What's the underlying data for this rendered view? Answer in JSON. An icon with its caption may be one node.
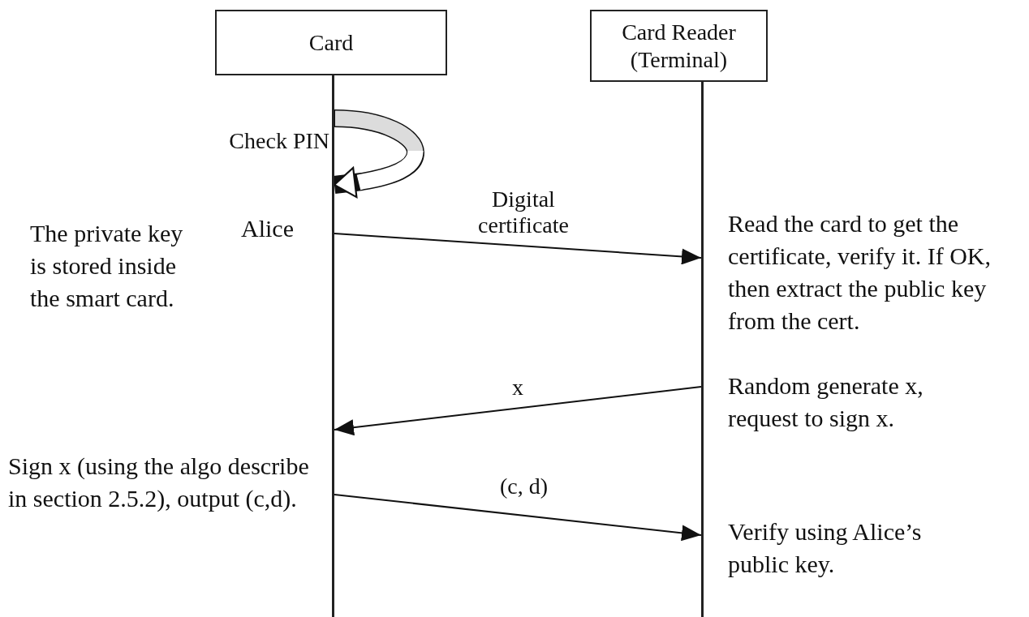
{
  "diagram": {
    "nodes": [
      {
        "text": [
          "Card"
        ]
      },
      {
        "text": [
          "Card Reader (Terminal)"
        ]
      },
      {
        "text": [],
        "shape": "bar"
      },
      {
        "text": [],
        "shape": "bar"
      }
    ],
    "edges": [
      {
        "from": 2,
        "to": 2,
        "arrow": "to",
        "label": "Check PIN",
        "style": "thick"
      },
      {
        "from": 2,
        "to": 3,
        "arrow": "to",
        "label": "Digital certificate"
      },
      {
        "from": 3,
        "to": 2,
        "arrow": "to",
        "label": "x"
      },
      {
        "from": 2,
        "to": 3,
        "arrow": "to",
        "label": "(c, d)"
      }
    ],
    "labels": [
      "Alice",
      "The private key is stored inside the smart card.",
      "Read the card to get the certificate, verify it. If OK, then extract the public key from the cert.",
      "Random generate x, request to sign x.",
      "Sign x (using the algo describe in section 2.5.2), output (c,d).",
      "Verify using Alice’s public key."
    ]
  }
}
